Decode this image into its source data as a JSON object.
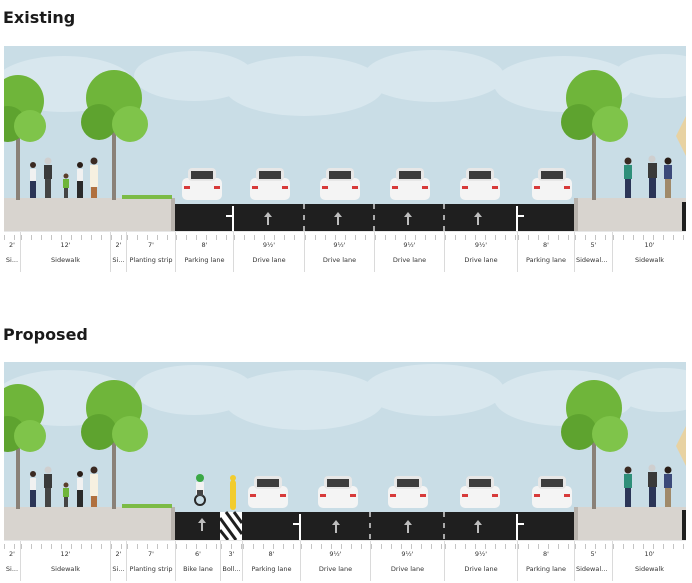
{
  "sections": [
    {
      "title": "Existing",
      "segments": [
        {
          "width": "2'",
          "label": "Si..."
        },
        {
          "width": "12'",
          "label": "Sidewalk"
        },
        {
          "width": "2'",
          "label": "Si..."
        },
        {
          "width": "7'",
          "label": "Planting strip"
        },
        {
          "width": "8'",
          "label": "Parking lane"
        },
        {
          "width": "9½'",
          "label": "Drive lane"
        },
        {
          "width": "9½'",
          "label": "Drive lane"
        },
        {
          "width": "9½'",
          "label": "Drive lane"
        },
        {
          "width": "9½'",
          "label": "Drive lane"
        },
        {
          "width": "8'",
          "label": "Parking lane"
        },
        {
          "width": "5'",
          "label": "Sidewalk..."
        },
        {
          "width": "10'",
          "label": "Sidewalk"
        }
      ]
    },
    {
      "title": "Proposed",
      "segments": [
        {
          "width": "2'",
          "label": "Si..."
        },
        {
          "width": "12'",
          "label": "Sidewalk"
        },
        {
          "width": "2'",
          "label": "Si..."
        },
        {
          "width": "7'",
          "label": "Planting strip"
        },
        {
          "width": "6'",
          "label": "Bike lane"
        },
        {
          "width": "3'",
          "label": "Boll..."
        },
        {
          "width": "8'",
          "label": "Parking lane"
        },
        {
          "width": "9½'",
          "label": "Drive lane"
        },
        {
          "width": "9½'",
          "label": "Drive lane"
        },
        {
          "width": "9½'",
          "label": "Drive lane"
        },
        {
          "width": "8'",
          "label": "Parking lane"
        },
        {
          "width": "5'",
          "label": "Sidewalk..."
        },
        {
          "width": "10'",
          "label": "Sidewalk"
        }
      ]
    }
  ],
  "colors": {
    "sky": "#c9dde6",
    "cloud": "#dbe9ef",
    "asphalt": "#1f1f1f",
    "sidewalk": "#d8d4cf",
    "tree": "#6fb53a",
    "car": "#f4f4f4",
    "car_light": "#d73a3a",
    "bike_helmet": "#3aa845",
    "bollard": "#f2cc2e"
  }
}
